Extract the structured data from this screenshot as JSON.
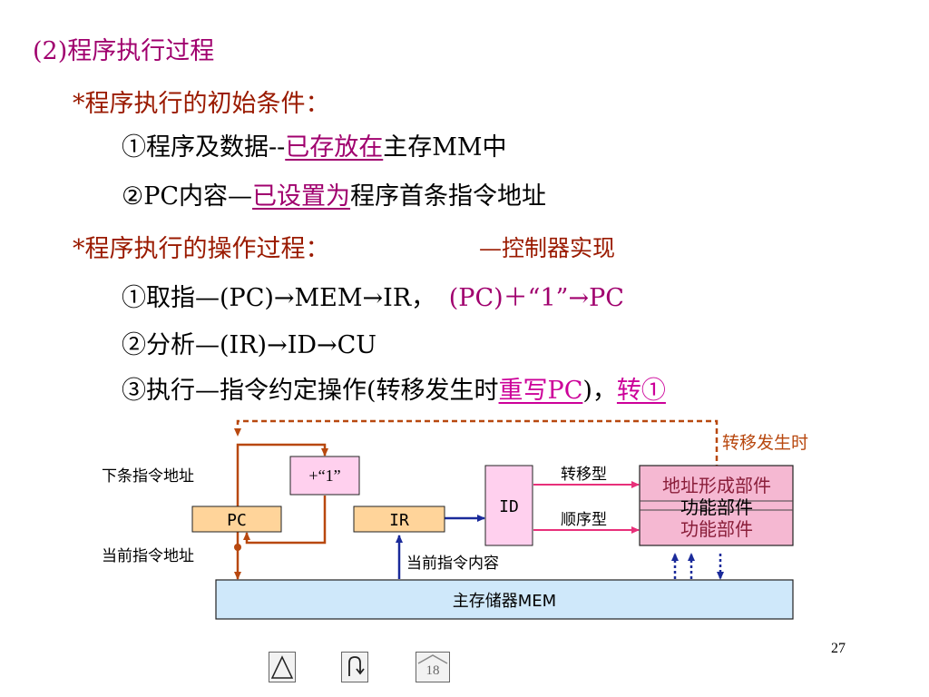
{
  "heading": "(2)程序执行过程",
  "initial": {
    "title": "*程序执行的初始条件：",
    "line1": {
      "a": "①程序及数据--",
      "b": "已存放在",
      "c": "主存MM中"
    },
    "line2": {
      "a": "②PC内容—",
      "b": "已设置为",
      "c": "程序首条指令地址"
    }
  },
  "process": {
    "title": "*程序执行的操作过程：",
    "note": "—控制器实现",
    "fetch": {
      "a": "①取指—(PC)",
      "b": "MEM",
      "c": "IR，",
      "d": "(PC)＋“1”",
      "e": "PC"
    },
    "analyze": {
      "a": "②分析—(IR)",
      "b": "ID",
      "c": "CU"
    },
    "execute": {
      "a": "③执行—",
      "b": "指令约定操作(转移发生时",
      "c": "重写PC",
      "d": ")，",
      "e": "转①"
    }
  },
  "diagram": {
    "jump_label": "转移发生时",
    "next_addr": "下条指令地址",
    "cur_addr": "当前指令地址",
    "cur_content": "当前指令内容",
    "plus_one": "+“1”",
    "pc": "PC",
    "ir": "IR",
    "id": "ID",
    "branch": "转移型",
    "sequential": "顺序型",
    "addr_unit": "地址形成部件",
    "func_unit_1": "功能部件",
    "func_unit_2": "功能部件",
    "memory": "主存储器MEM"
  },
  "footer": {
    "page_number": "27",
    "slide_index": "18"
  },
  "colors": {
    "heading": "#a0006e",
    "subheading": "#9a1a00",
    "arrow": "#b8480f",
    "blue": "#1a2a9a",
    "pink": "#e8307a"
  }
}
